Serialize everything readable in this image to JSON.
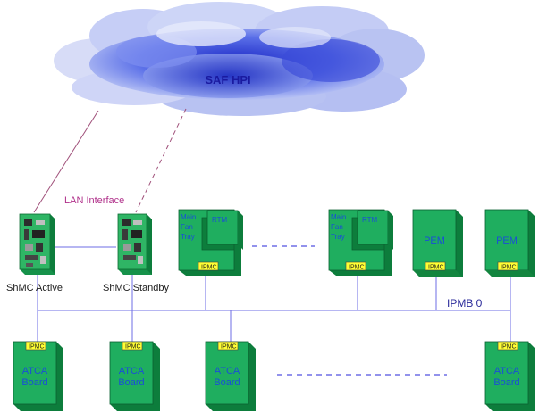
{
  "cloud": {
    "label": "SAF HPI"
  },
  "lan": {
    "label": "LAN Interface"
  },
  "bus": {
    "label": "IPMB 0"
  },
  "shmc": [
    {
      "label": "ShMC Active"
    },
    {
      "label": "ShMC Standby"
    }
  ],
  "fan_trays": [
    {
      "fan_label": [
        "Main",
        "Fan",
        "Tray"
      ],
      "rtm_label": "RTM",
      "ipmc_label": "IPMC"
    },
    {
      "fan_label": [
        "Main",
        "Fan",
        "Tray"
      ],
      "rtm_label": "RTM",
      "ipmc_label": "IPMC"
    }
  ],
  "pems": [
    {
      "label": "PEM",
      "ipmc_label": "IPMC"
    },
    {
      "label": "PEM",
      "ipmc_label": "IPMC"
    }
  ],
  "boards": [
    {
      "label": [
        "ATCA",
        "Board"
      ],
      "ipmc_label": "IPMC"
    },
    {
      "label": [
        "ATCA",
        "Board"
      ],
      "ipmc_label": "IPMC"
    },
    {
      "label": [
        "ATCA",
        "Board"
      ],
      "ipmc_label": "IPMC"
    },
    {
      "label": [
        "ATCA",
        "Board"
      ],
      "ipmc_label": "IPMC"
    }
  ],
  "colors": {
    "module_front": "#1fae5f",
    "module_top": "#62d08a",
    "module_side": "#0d7d3c",
    "module_text": "#1a4fd6",
    "ipmc_fill": "#ffff33",
    "bus_line": "#6e6ee6",
    "lan_line": "#a0507a",
    "lan_text": "#b0308a",
    "cloud_text": "#1a1aa0"
  }
}
